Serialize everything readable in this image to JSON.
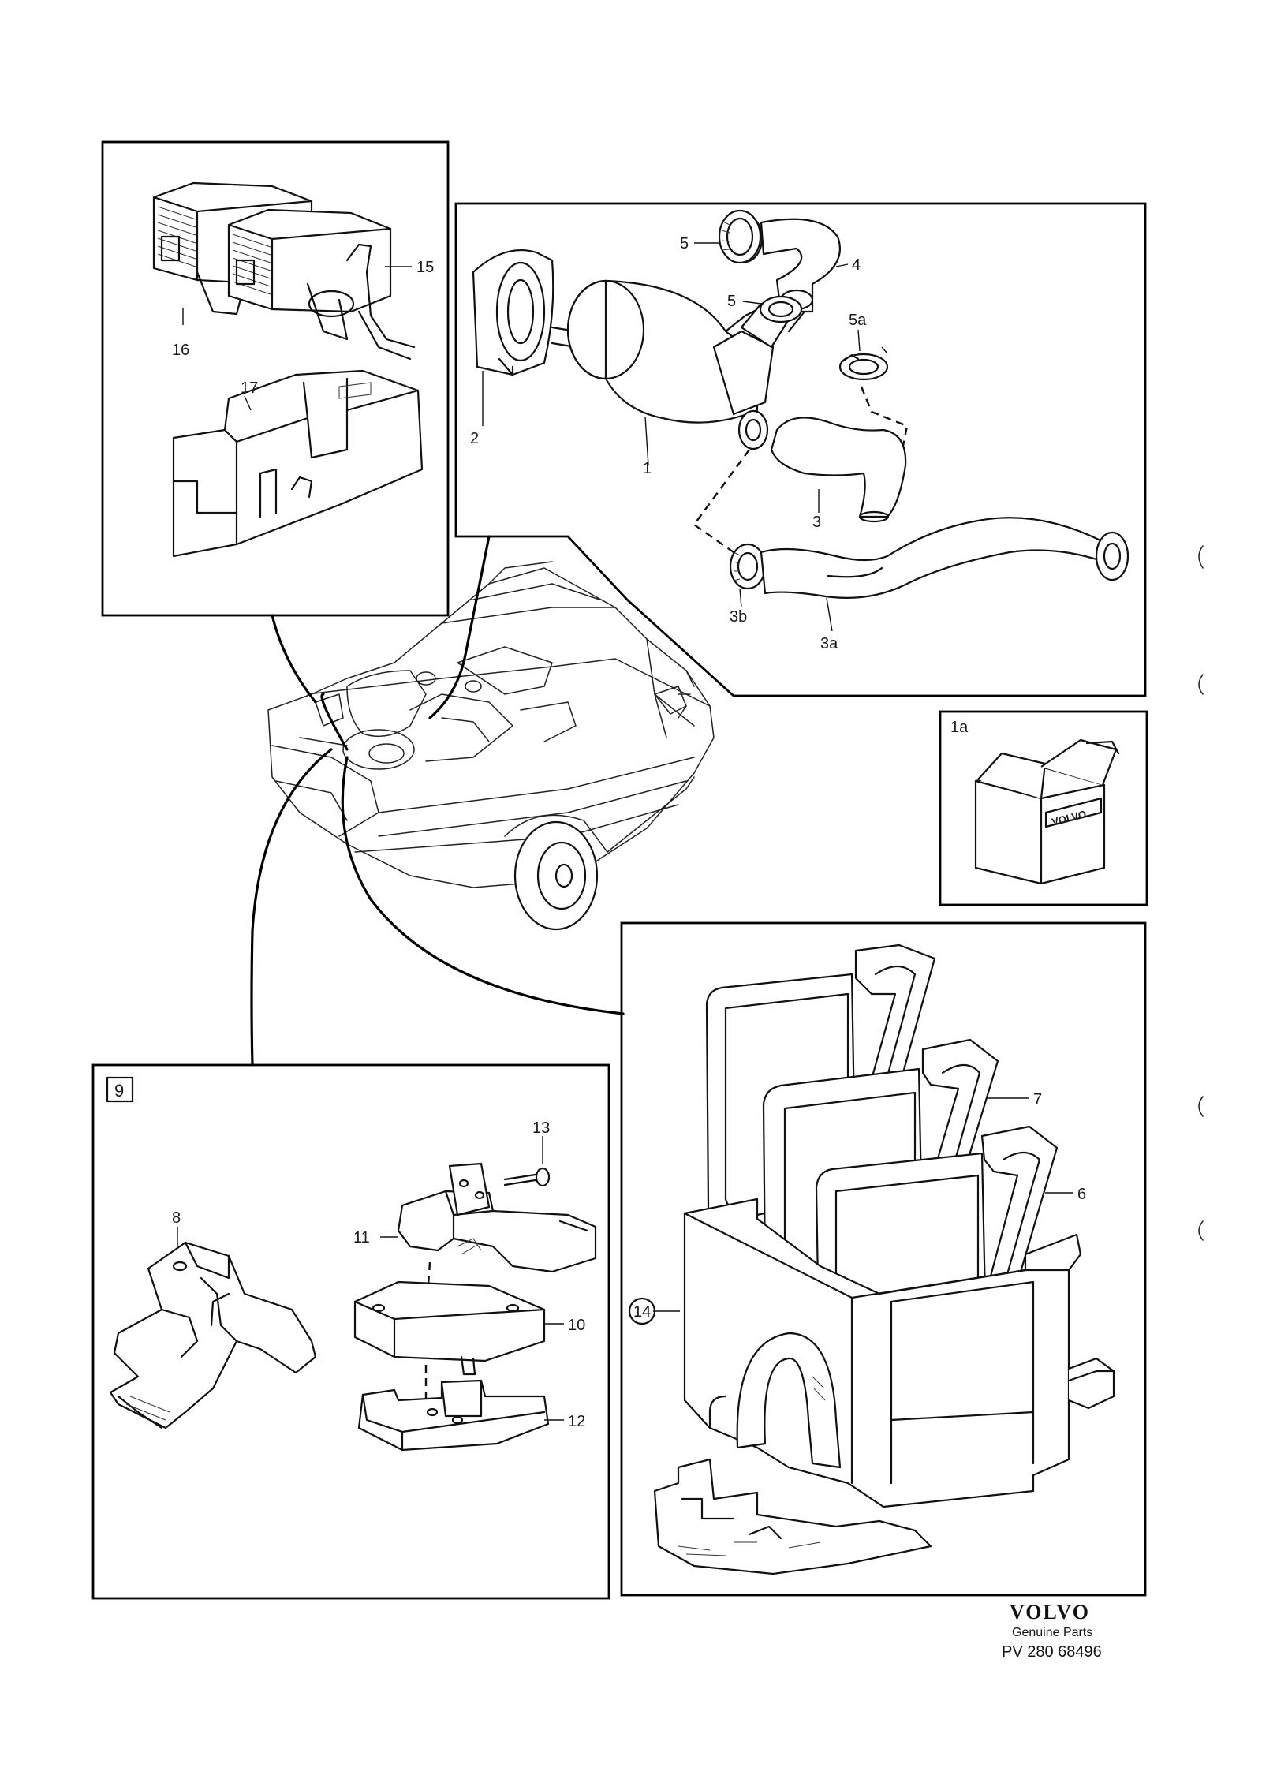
{
  "callouts": {
    "n1": "1",
    "n1a": "1a",
    "n2": "2",
    "n3": "3",
    "n3a": "3a",
    "n3b": "3b",
    "n4": "4",
    "n5_top": "5",
    "n5_mid": "5",
    "n5a": "5a",
    "n6": "6",
    "n7": "7",
    "n8": "8",
    "n9": "9",
    "n10": "10",
    "n11": "11",
    "n12": "12",
    "n13": "13",
    "n14": "14",
    "n15": "15",
    "n16": "16",
    "n17": "17"
  },
  "box_brand": "VOLVO",
  "footer": {
    "brand": "VOLVO",
    "subtitle": "Genuine Parts",
    "reference": "PV 280 68496"
  }
}
